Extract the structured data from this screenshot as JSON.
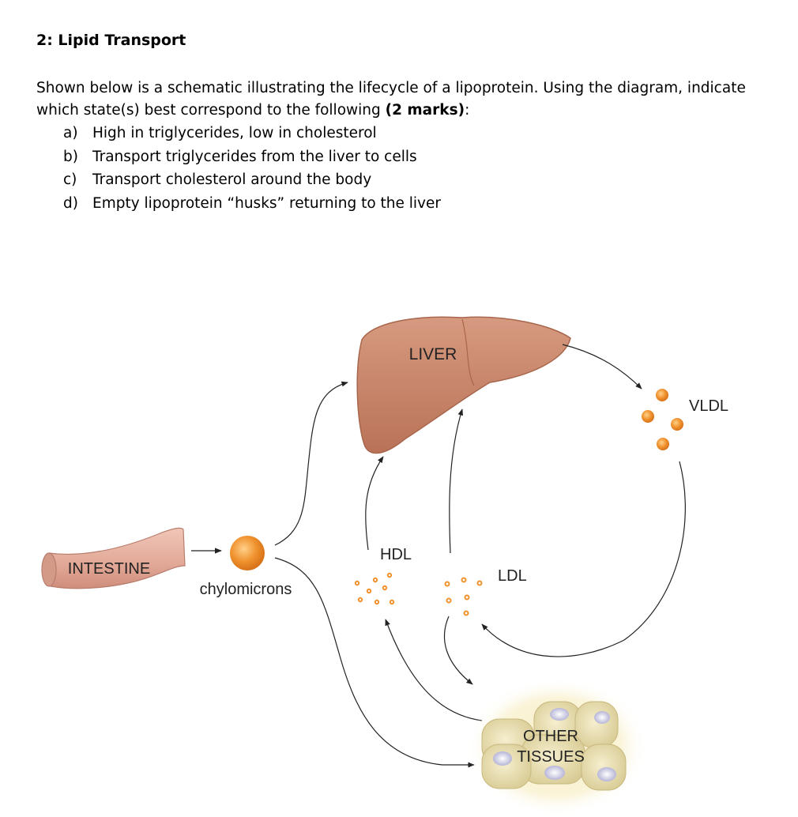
{
  "document": {
    "heading": "2: Lipid Transport",
    "intro_part1": "Shown below is a schematic illustrating the lifecycle of a lipoprotein. Using the diagram, indicate which state(s) best correspond to the following ",
    "intro_bold": "(2 marks)",
    "intro_part2": ":",
    "questions": [
      {
        "marker": "a)",
        "text": "High in triglycerides, low in cholesterol"
      },
      {
        "marker": "b)",
        "text": "Transport triglycerides from the liver to cells"
      },
      {
        "marker": "c)",
        "text": "Transport cholesterol around the body"
      },
      {
        "marker": "d)",
        "text": "Empty lipoprotein “husks” returning to the liver"
      }
    ]
  },
  "diagram": {
    "labels": {
      "liver": "LIVER",
      "vldl": "VLDL",
      "intestine": "INTESTINE",
      "chylomicrons": "chylomicrons",
      "hdl": "HDL",
      "ldl": "LDL",
      "other_tissues_line1": "OTHER",
      "other_tissues_line2": "TISSUES"
    },
    "colors": {
      "liver": "#c8876a",
      "intestine": "#e6b3a3",
      "lipoprotein": "#f0932f",
      "tissue": "#ece2b6",
      "arrow": "#222222"
    }
  }
}
